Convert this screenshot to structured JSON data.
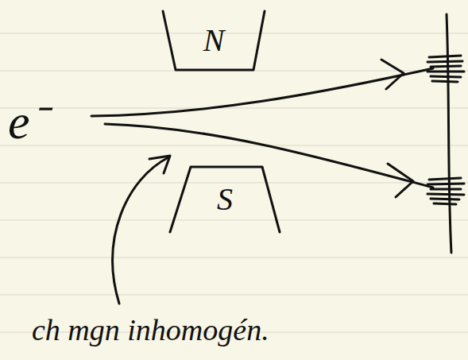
{
  "diagram": {
    "nodes": [
      {
        "text": [
          "N"
        ]
      },
      {
        "text": [
          "S"
        ]
      }
    ],
    "labels": [
      "e⁻",
      "ch mgn inhomogén."
    ]
  }
}
